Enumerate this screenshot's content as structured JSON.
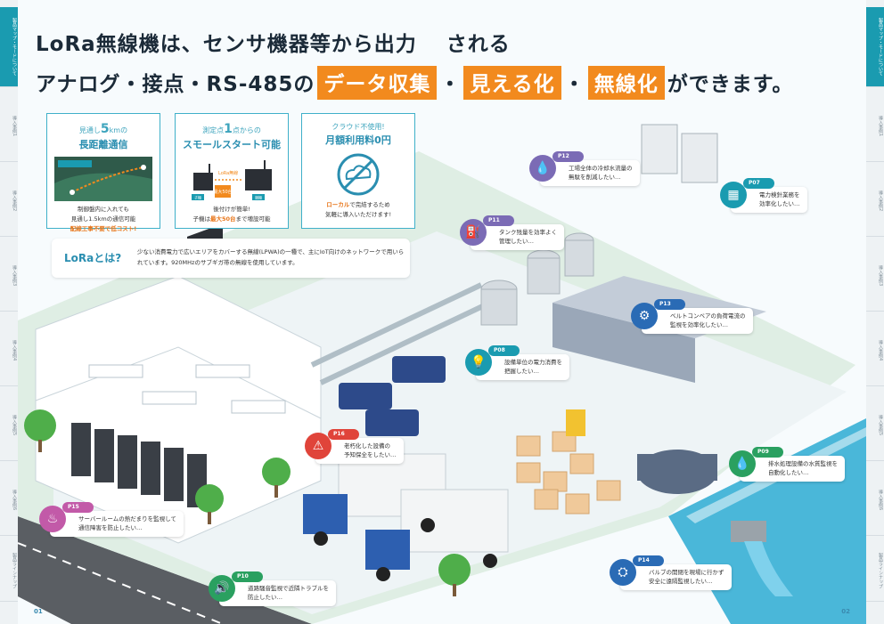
{
  "headline": {
    "line1": "LoRa無線機は、センサ機器等から出力　 される",
    "line2_prefix": "アナログ・接点・RS-485の",
    "badge1": "データ収集",
    "sep1": "・",
    "badge2": "見える化",
    "sep2": "・",
    "badge3": "無線化",
    "line2_suffix": "ができます。"
  },
  "cards": [
    {
      "sub_pre": "見通し",
      "sub_big": "5",
      "sub_post": "kmの",
      "title": "長距離通信",
      "desc1": "制御盤内に入れても",
      "desc2": "見通し1.5kmの通信可能",
      "desc3": "配線工事不要で低コスト!"
    },
    {
      "sub_pre": "測定点",
      "sub_big": "1",
      "sub_post": "点からの",
      "title": "スモールスタート可能",
      "desc1": "後付けが簡単!",
      "desc2_pre": "子機は",
      "desc2_hi": "最大50台",
      "desc2_post": "まで増設可能",
      "ill_label": "LoRa無線",
      "ill_child": "子機",
      "ill_parent": "親機",
      "ill_max": "最大50台"
    },
    {
      "sub_pre": "クラウド不使用!",
      "sub_big": "",
      "sub_post": "",
      "title": "月額利用料0円",
      "desc1_hi": "ローカル",
      "desc1_post": "で完結するため",
      "desc2": "気軽に導入いただけます!"
    }
  ],
  "lora": {
    "title": "LoRaとは?",
    "desc": "少ない消費電力で広いエリアをカバーする無線(LPWA)の一種で、主にIoT向けのネットワークで用いられています。920MHzのサブギガ帯の無線を使用しています。"
  },
  "callouts": [
    {
      "id": "P12",
      "l1": "工場全体の冷却水流量の",
      "l2": "無駄を削減したい…",
      "color": "#7b6bb5",
      "icon": "💧"
    },
    {
      "id": "P07",
      "l1": "電力検針業務を",
      "l2": "効率化したい…",
      "color": "#1a9bb0",
      "icon": "▦"
    },
    {
      "id": "P11",
      "l1": "タンク残量を効率よく",
      "l2": "管理したい…",
      "color": "#7b6bb5",
      "icon": "⛽"
    },
    {
      "id": "P13",
      "l1": "ベルトコンベアの負荷電流の",
      "l2": "監視を効率化したい…",
      "color": "#2a6bb5",
      "icon": "⚙"
    },
    {
      "id": "P08",
      "l1": "設備単位の電力消費を",
      "l2": "把握したい…",
      "color": "#1a9bb0",
      "icon": "💡"
    },
    {
      "id": "P16",
      "l1": "老朽化した設備の",
      "l2": "予知保全をしたい…",
      "color": "#e0443a",
      "icon": "⚠"
    },
    {
      "id": "P09",
      "l1": "排水処理設備の水質監視を",
      "l2": "自動化したい…",
      "color": "#2aa060",
      "icon": "💧"
    },
    {
      "id": "P15",
      "l1": "サーバールームの熱だまりを監視して",
      "l2": "通信障害を防止したい…",
      "color": "#c25aa8",
      "icon": "♨"
    },
    {
      "id": "P14",
      "l1": "バルブの開閉を現場に行かず",
      "l2": "安全に遠隔監視したい…",
      "color": "#2a6bb5",
      "icon": "⛭"
    },
    {
      "id": "P10",
      "l1": "道路騒音監視で近隣トラブルを",
      "l2": "防止したい…",
      "color": "#2aa060",
      "icon": "🔊"
    }
  ],
  "rail_left": [
    "製品マップ・モードについて",
    "導入事例1",
    "導入事例2",
    "導入事例3",
    "導入事例4",
    "導入事例5",
    "導入事例6",
    "製品ラインナップ"
  ],
  "rail_right": [
    "製品マップ・モードについて",
    "導入事例1",
    "導入事例2",
    "導入事例3",
    "導入事例4",
    "導入事例5",
    "導入事例6",
    "製品ラインナップ"
  ],
  "page_left": "01",
  "page_right": "02"
}
